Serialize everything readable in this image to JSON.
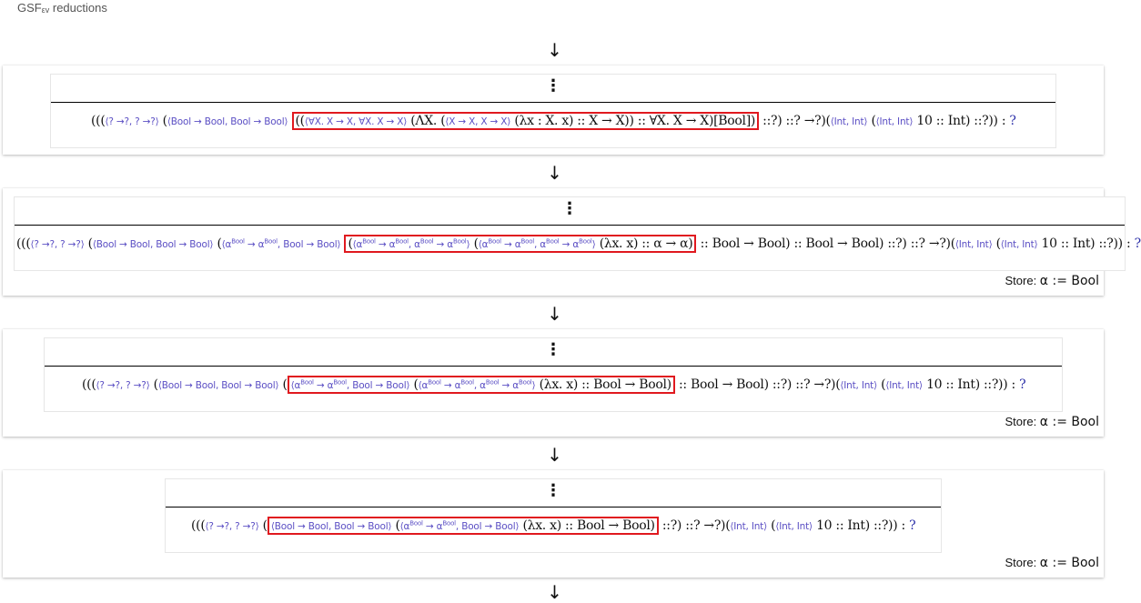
{
  "header": {
    "title": "GSF",
    "title_sub": "εv",
    "title_rest": " reductions"
  },
  "arrow_glyph": "↓",
  "dots_glyph": "⋮",
  "steps": [
    {
      "term_html": "(((<span class='ev'>⟨? →?, ? →?⟩</span> (<span class='ev'>⟨Bool → Bool, Bool → Bool⟩</span> <span class='box'>((<span class='ev'>⟨∀X. X → X, ∀X. X → X⟩</span> (ΛX. (<span class='ev'>⟨X → X, X → X⟩</span> (λx : X. x) :: X → X)) :: ∀X. X → X)[Bool])</span> ::?) ::? →?)(<span class='ev'>⟨Int, Int⟩</span> (<span class='ev'>⟨Int, Int⟩</span> 10 :: Int) ::?)) : <span class='bl'>?</span>",
      "store": null
    },
    {
      "term_html": "(((<span class='ev'>⟨? →?, ? →?⟩</span> (<span class='ev'>⟨Bool → Bool, Bool → Bool⟩</span> (<span class='ev'>⟨α<sup>Bool</sup> → α<sup>Bool</sup>, Bool → Bool⟩</span> <span class='box'>(<span class='ev'>⟨α<sup>Bool</sup> → α<sup>Bool</sup>, α<sup>Bool</sup> → α<sup>Bool</sup>⟩</span> (<span class='ev'>⟨α<sup>Bool</sup> → α<sup>Bool</sup>, α<sup>Bool</sup> → α<sup>Bool</sup>⟩</span> (λx. x) :: α → α)</span> :: Bool → Bool) :: Bool → Bool) ::?) ::? →?)(<span class='ev'>⟨Int, Int⟩</span> (<span class='ev'>⟨Int, Int⟩</span> 10 :: Int) ::?)) : <span class='bl'>?</span>",
      "store": "α := Bool"
    },
    {
      "term_html": "(((<span class='ev'>⟨? →?, ? →?⟩</span> (<span class='ev'>⟨Bool → Bool, Bool → Bool⟩</span> (<span class='box'><span class='ev'>⟨α<sup>Bool</sup> → α<sup>Bool</sup>, Bool → Bool⟩</span> (<span class='ev'>⟨α<sup>Bool</sup> → α<sup>Bool</sup>, α<sup>Bool</sup> → α<sup>Bool</sup>⟩</span> (λx. x) :: Bool → Bool)</span> :: Bool → Bool) ::?) ::? →?)(<span class='ev'>⟨Int, Int⟩</span> (<span class='ev'>⟨Int, Int⟩</span> 10 :: Int) ::?)) : <span class='bl'>?</span>",
      "store": "α := Bool"
    },
    {
      "term_html": "(((<span class='ev'>⟨? →?, ? →?⟩</span> (<span class='box'><span class='ev'>⟨Bool → Bool, Bool → Bool⟩</span> (<span class='ev'>⟨α<sup>Bool</sup> → α<sup>Bool</sup>, Bool → Bool⟩</span> (λx. x) :: Bool → Bool)</span> ::?) ::? →?)(<span class='ev'>⟨Int, Int⟩</span> (<span class='ev'>⟨Int, Int⟩</span> 10 :: Int) ::?)) : <span class='bl'>?</span>",
      "store": "α := Bool"
    }
  ],
  "store_label": "Store: "
}
